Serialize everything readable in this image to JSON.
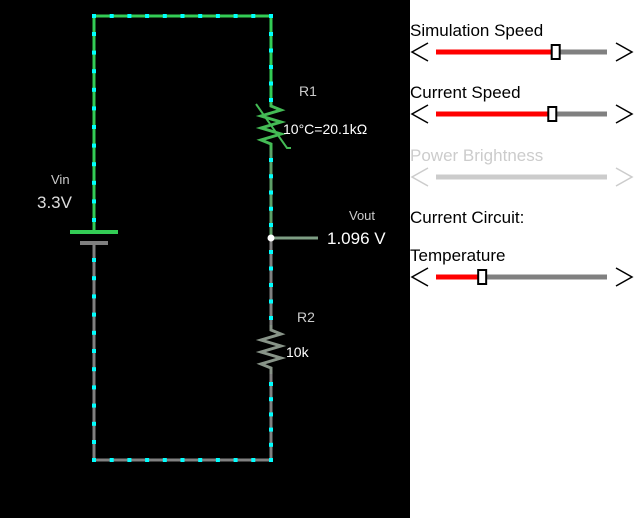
{
  "circuit": {
    "vin_label": "Vin",
    "vin_value": "3.3V",
    "r1_label": "R1",
    "r1_value": "10°C=20.1kΩ",
    "r2_label": "R2",
    "r2_value": "10k",
    "vout_label": "Vout",
    "vout_value": "1.096 V"
  },
  "controls": {
    "simulation_speed": {
      "label": "Simulation Speed",
      "value": 0.7
    },
    "current_speed": {
      "label": "Current Speed",
      "value": 0.68
    },
    "power_brightness": {
      "label": "Power Brightness",
      "value": 1.0,
      "disabled": true
    },
    "current_circuit_label": "Current Circuit:",
    "temperature": {
      "label": "Temperature",
      "value": 0.27
    }
  },
  "colors": {
    "wire_high": "#33cc55",
    "wire_low": "#808080",
    "current_dot": "#00ffff",
    "slider_fill": "#ff0000",
    "slider_track": "#808080",
    "disabled": "#cccccc"
  }
}
